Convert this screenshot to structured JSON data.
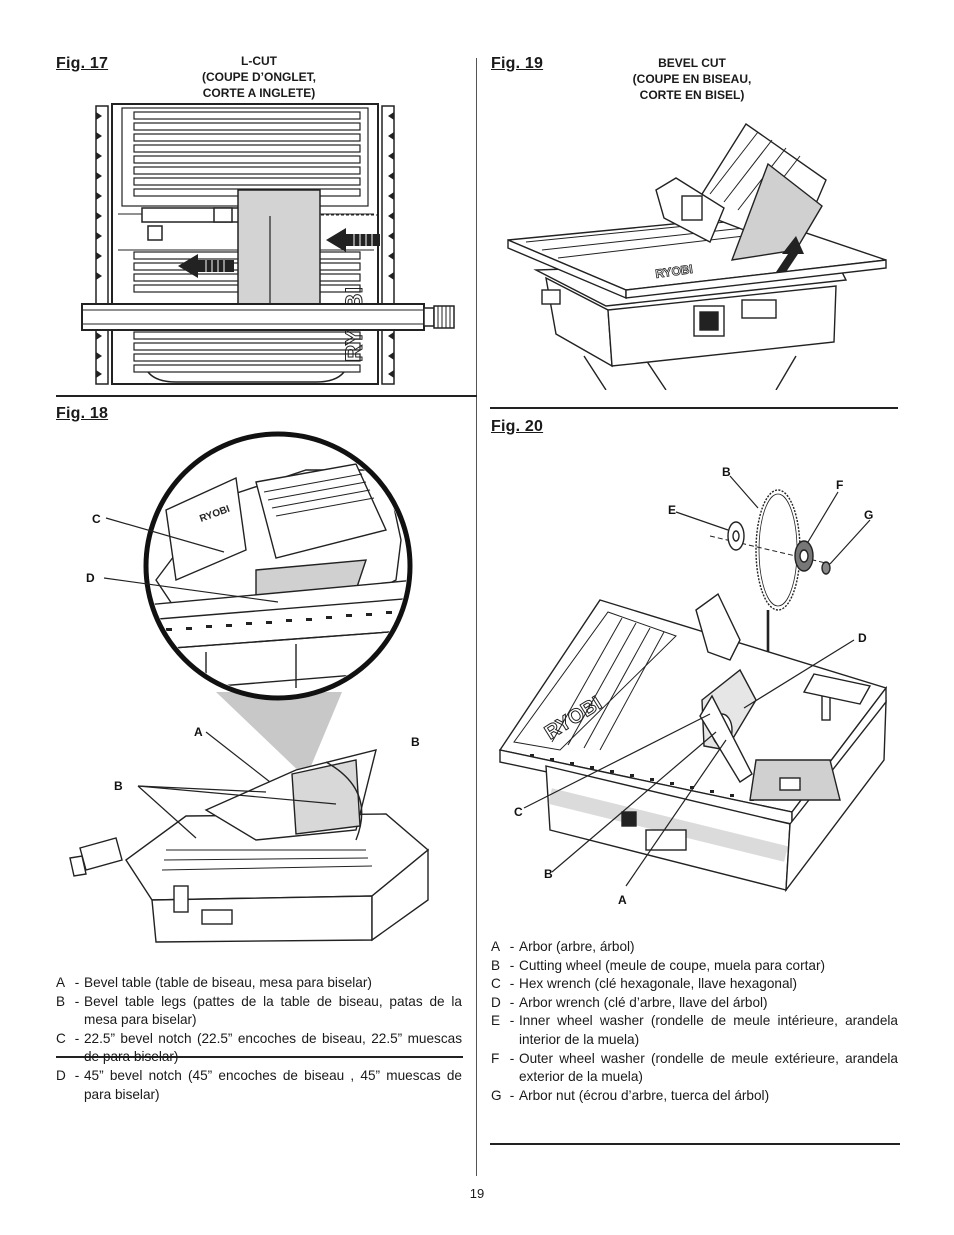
{
  "page_number": "19",
  "fig17": {
    "label": "Fig. 17",
    "caption": [
      "L-CUT",
      "(COUPE D’ONGLET,",
      "CORTE A INGLETE)"
    ],
    "brand": "RYOBI"
  },
  "fig18": {
    "label": "Fig. 18",
    "letters": {
      "a": "A",
      "b1": "B",
      "b2": "B",
      "c": "C",
      "d": "D"
    },
    "legend": [
      {
        "key": "A",
        "text": "Bevel table (table de biseau, mesa para biselar)"
      },
      {
        "key": "B",
        "text": "Bevel table legs (pattes de la table de biseau, patas de la mesa para biselar)"
      },
      {
        "key": "C",
        "text": "22.5” bevel notch (22.5” encoches de biseau, 22.5” muescas de para biselar)"
      },
      {
        "key": "D",
        "text": "45” bevel notch (45” encoches de biseau , 45” muescas de para biselar)"
      }
    ]
  },
  "fig19": {
    "label": "Fig. 19",
    "caption": [
      "BEVEL CUT",
      "(COUPE EN BISEAU,",
      "CORTE EN BISEL)"
    ]
  },
  "fig20": {
    "label": "Fig. 20",
    "brand": "RYOBI",
    "letters": {
      "b_top": "B",
      "e": "E",
      "f": "F",
      "g": "G",
      "d": "D",
      "c": "C",
      "b": "B",
      "a": "A"
    },
    "legend": [
      {
        "key": "A",
        "text": "Arbor (arbre, árbol)"
      },
      {
        "key": "B",
        "text": "Cutting wheel (meule de coupe, muela para cortar)"
      },
      {
        "key": "C",
        "text": "Hex wrench (clé hexagonale, llave hexagonal)"
      },
      {
        "key": "D",
        "text": "Arbor wrench (clé d’arbre, llave del árbol)"
      },
      {
        "key": "E",
        "text": "Inner wheel washer (rondelle de meule intérieure, arandela interior de la muela)"
      },
      {
        "key": "F",
        "text": "Outer wheel washer (rondelle de meule extérieure, arandela exterior de la muela)"
      },
      {
        "key": "G",
        "text": "Arbor nut (écrou d’arbre, tuerca del árbol)"
      }
    ]
  }
}
